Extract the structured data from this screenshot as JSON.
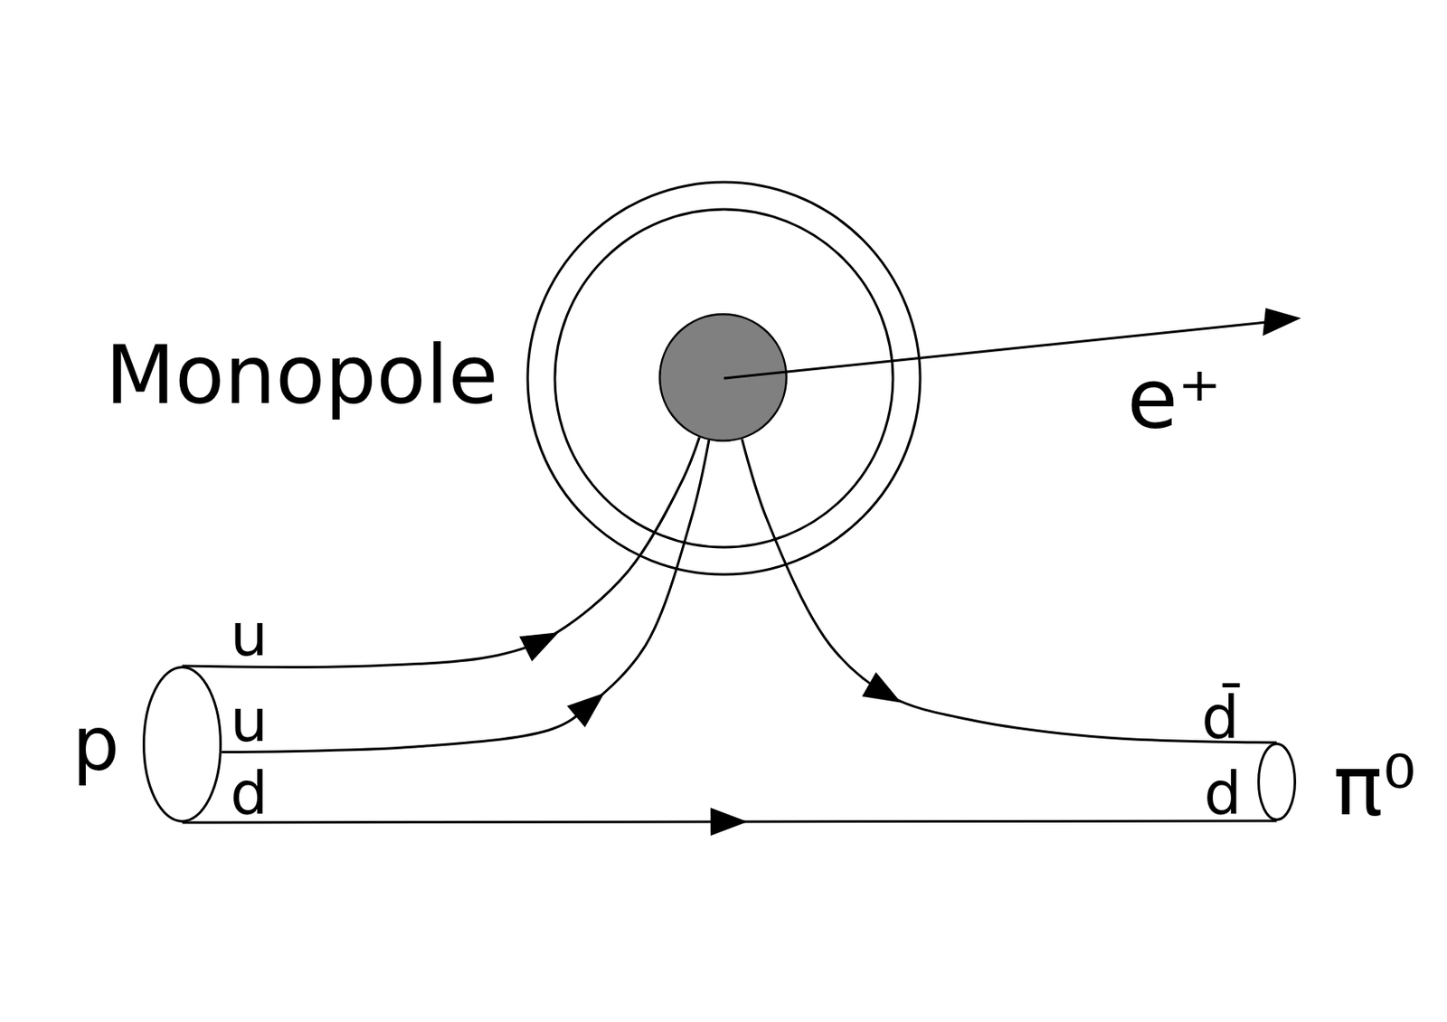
{
  "diagram": {
    "nodes": [
      {
        "text": [
          "Monopole"
        ]
      },
      {
        "text": [
          "p"
        ]
      },
      {
        "text": [
          "π⁰"
        ]
      }
    ],
    "edges": [
      {
        "from": 1,
        "to": 0,
        "arrow": "to",
        "label": "u"
      },
      {
        "from": 1,
        "to": 0,
        "arrow": "to",
        "label": "u"
      },
      {
        "from": 0,
        "to": 2,
        "arrow": "to",
        "label": "d̄"
      },
      {
        "from": 1,
        "to": 2,
        "arrow": "to",
        "label": "d"
      }
    ],
    "labels": [
      "d",
      "e⁺"
    ]
  }
}
